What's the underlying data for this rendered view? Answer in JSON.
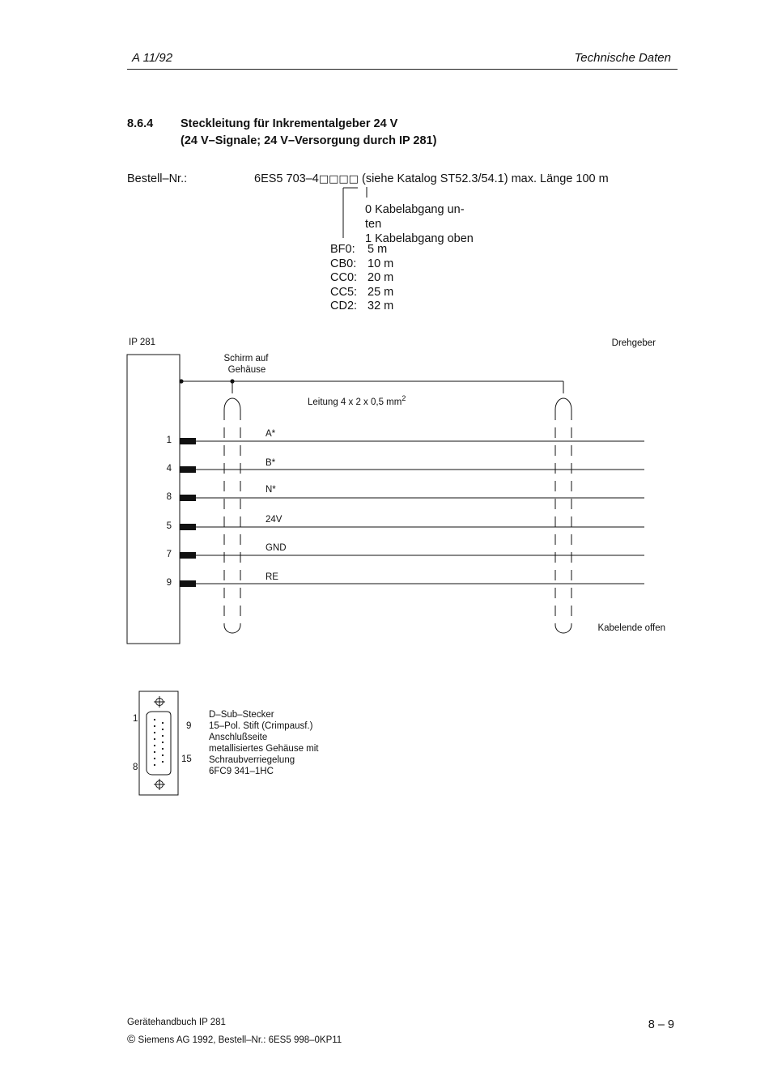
{
  "header": {
    "left": "A 11/92",
    "right": "Technische Daten"
  },
  "section": {
    "number": "8.6.4",
    "title_line1": "Steckleitung für Inkrementalgeber 24 V",
    "title_line2": "(24 V–Signale; 24 V–Versorgung durch IP 281)"
  },
  "order": {
    "label": "Bestell–Nr.:",
    "number_prefix": "6ES5 703–4",
    "number_boxes": "□□□□",
    "number_suffix": " (siehe Katalog ST52.3/54.1) max. Länge 100 m",
    "option0_line1": "0   Kabelabgang un-",
    "option0_line2": "ten",
    "option1": "1   Kabelabgang oben",
    "lengths": [
      {
        "code": "BF0:",
        "value": "5 m"
      },
      {
        "code": "CB0:",
        "value": "10 m"
      },
      {
        "code": "CC0:",
        "value": "20 m"
      },
      {
        "code": "CC5:",
        "value": "25 m"
      },
      {
        "code": "CD2:",
        "value": "32 m"
      }
    ]
  },
  "diagram": {
    "left_device": "IP 281",
    "right_device": "Drehgeber",
    "shield_line1": "Schirm auf",
    "shield_line2": "Gehäuse",
    "cable_label": "Leitung 4 x 2 x 0,5 mm",
    "cable_label_sup": "2",
    "cable_end": "Kabelende offen",
    "pins": [
      {
        "pin": "1",
        "signal": "A*"
      },
      {
        "pin": "4",
        "signal": "B*"
      },
      {
        "pin": "8",
        "signal": "N*"
      },
      {
        "pin": "5",
        "signal": "24V"
      },
      {
        "pin": "7",
        "signal": "GND"
      },
      {
        "pin": "9",
        "signal": "RE"
      }
    ]
  },
  "connector": {
    "pin_tl": "1",
    "pin_bl": "8",
    "pin_tr": "9",
    "pin_br": "15",
    "desc": [
      "D–Sub–Stecker",
      "15–Pol. Stift (Crimpausf.)",
      "Anschlußseite",
      "metallisiertes Gehäuse mit",
      "Schraubverriegelung",
      "6FC9 341–1HC"
    ]
  },
  "footer": {
    "line1": "Gerätehandbuch IP 281",
    "copyright_symbol": "©",
    "line2": "Siemens AG 1992, Bestell–Nr.: 6ES5 998–0KP11",
    "page": "8 –  9"
  }
}
